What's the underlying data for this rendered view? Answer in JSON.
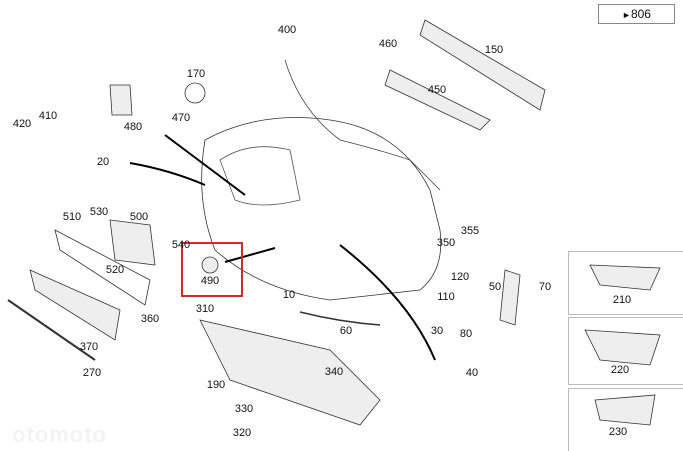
{
  "reference": {
    "arrow": "►",
    "number": "806"
  },
  "watermark": "otomoto",
  "highlight_color": "#d62828",
  "labels": {
    "p150": "150",
    "p460": "460",
    "p400": "400",
    "p450": "450",
    "p170": "170",
    "p410": "410",
    "p480": "480",
    "p470": "470",
    "p420": "420",
    "p20": "20",
    "p510": "510",
    "p530": "530",
    "p500": "500",
    "p540": "540",
    "p490": "490",
    "p355": "355",
    "p350": "350",
    "p120": "120",
    "p50": "50",
    "p70": "70",
    "p210": "210",
    "p520": "520",
    "p110": "110",
    "p10": "10",
    "p360": "360",
    "p310": "310",
    "p30": "30",
    "p60": "60",
    "p80": "80",
    "p220": "220",
    "p370": "370",
    "p190": "190",
    "p340": "340",
    "p40": "40",
    "p270": "270",
    "p330": "330",
    "p320": "320",
    "p230": "230"
  }
}
